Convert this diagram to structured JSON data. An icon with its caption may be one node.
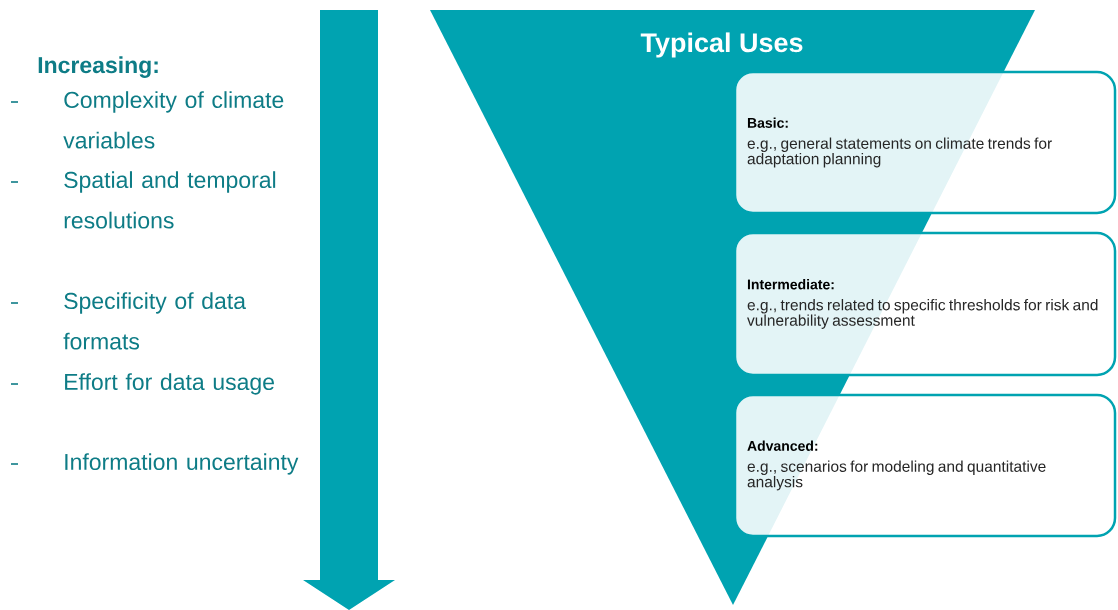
{
  "diagram": {
    "nodes": [
      {
        "text": [
          "Typical Uses"
        ]
      },
      {
        "text": [
          "Basic:",
          "e.g., general statements on climate trends for adaptation planning"
        ]
      },
      {
        "text": [
          "Intermediate:",
          "e.g., trends related to specific thresholds for risk and vulnerability assessment"
        ]
      },
      {
        "text": [
          "Advanced:",
          "e.g., scenarios for modeling and quantitative analysis"
        ]
      }
    ],
    "labels": [
      "Increasing:",
      "Complexity of climate variables",
      "Spatial and temporal resolutions",
      "Specificity of data formats",
      "Effort for data usage",
      "Information uncertainty"
    ]
  }
}
